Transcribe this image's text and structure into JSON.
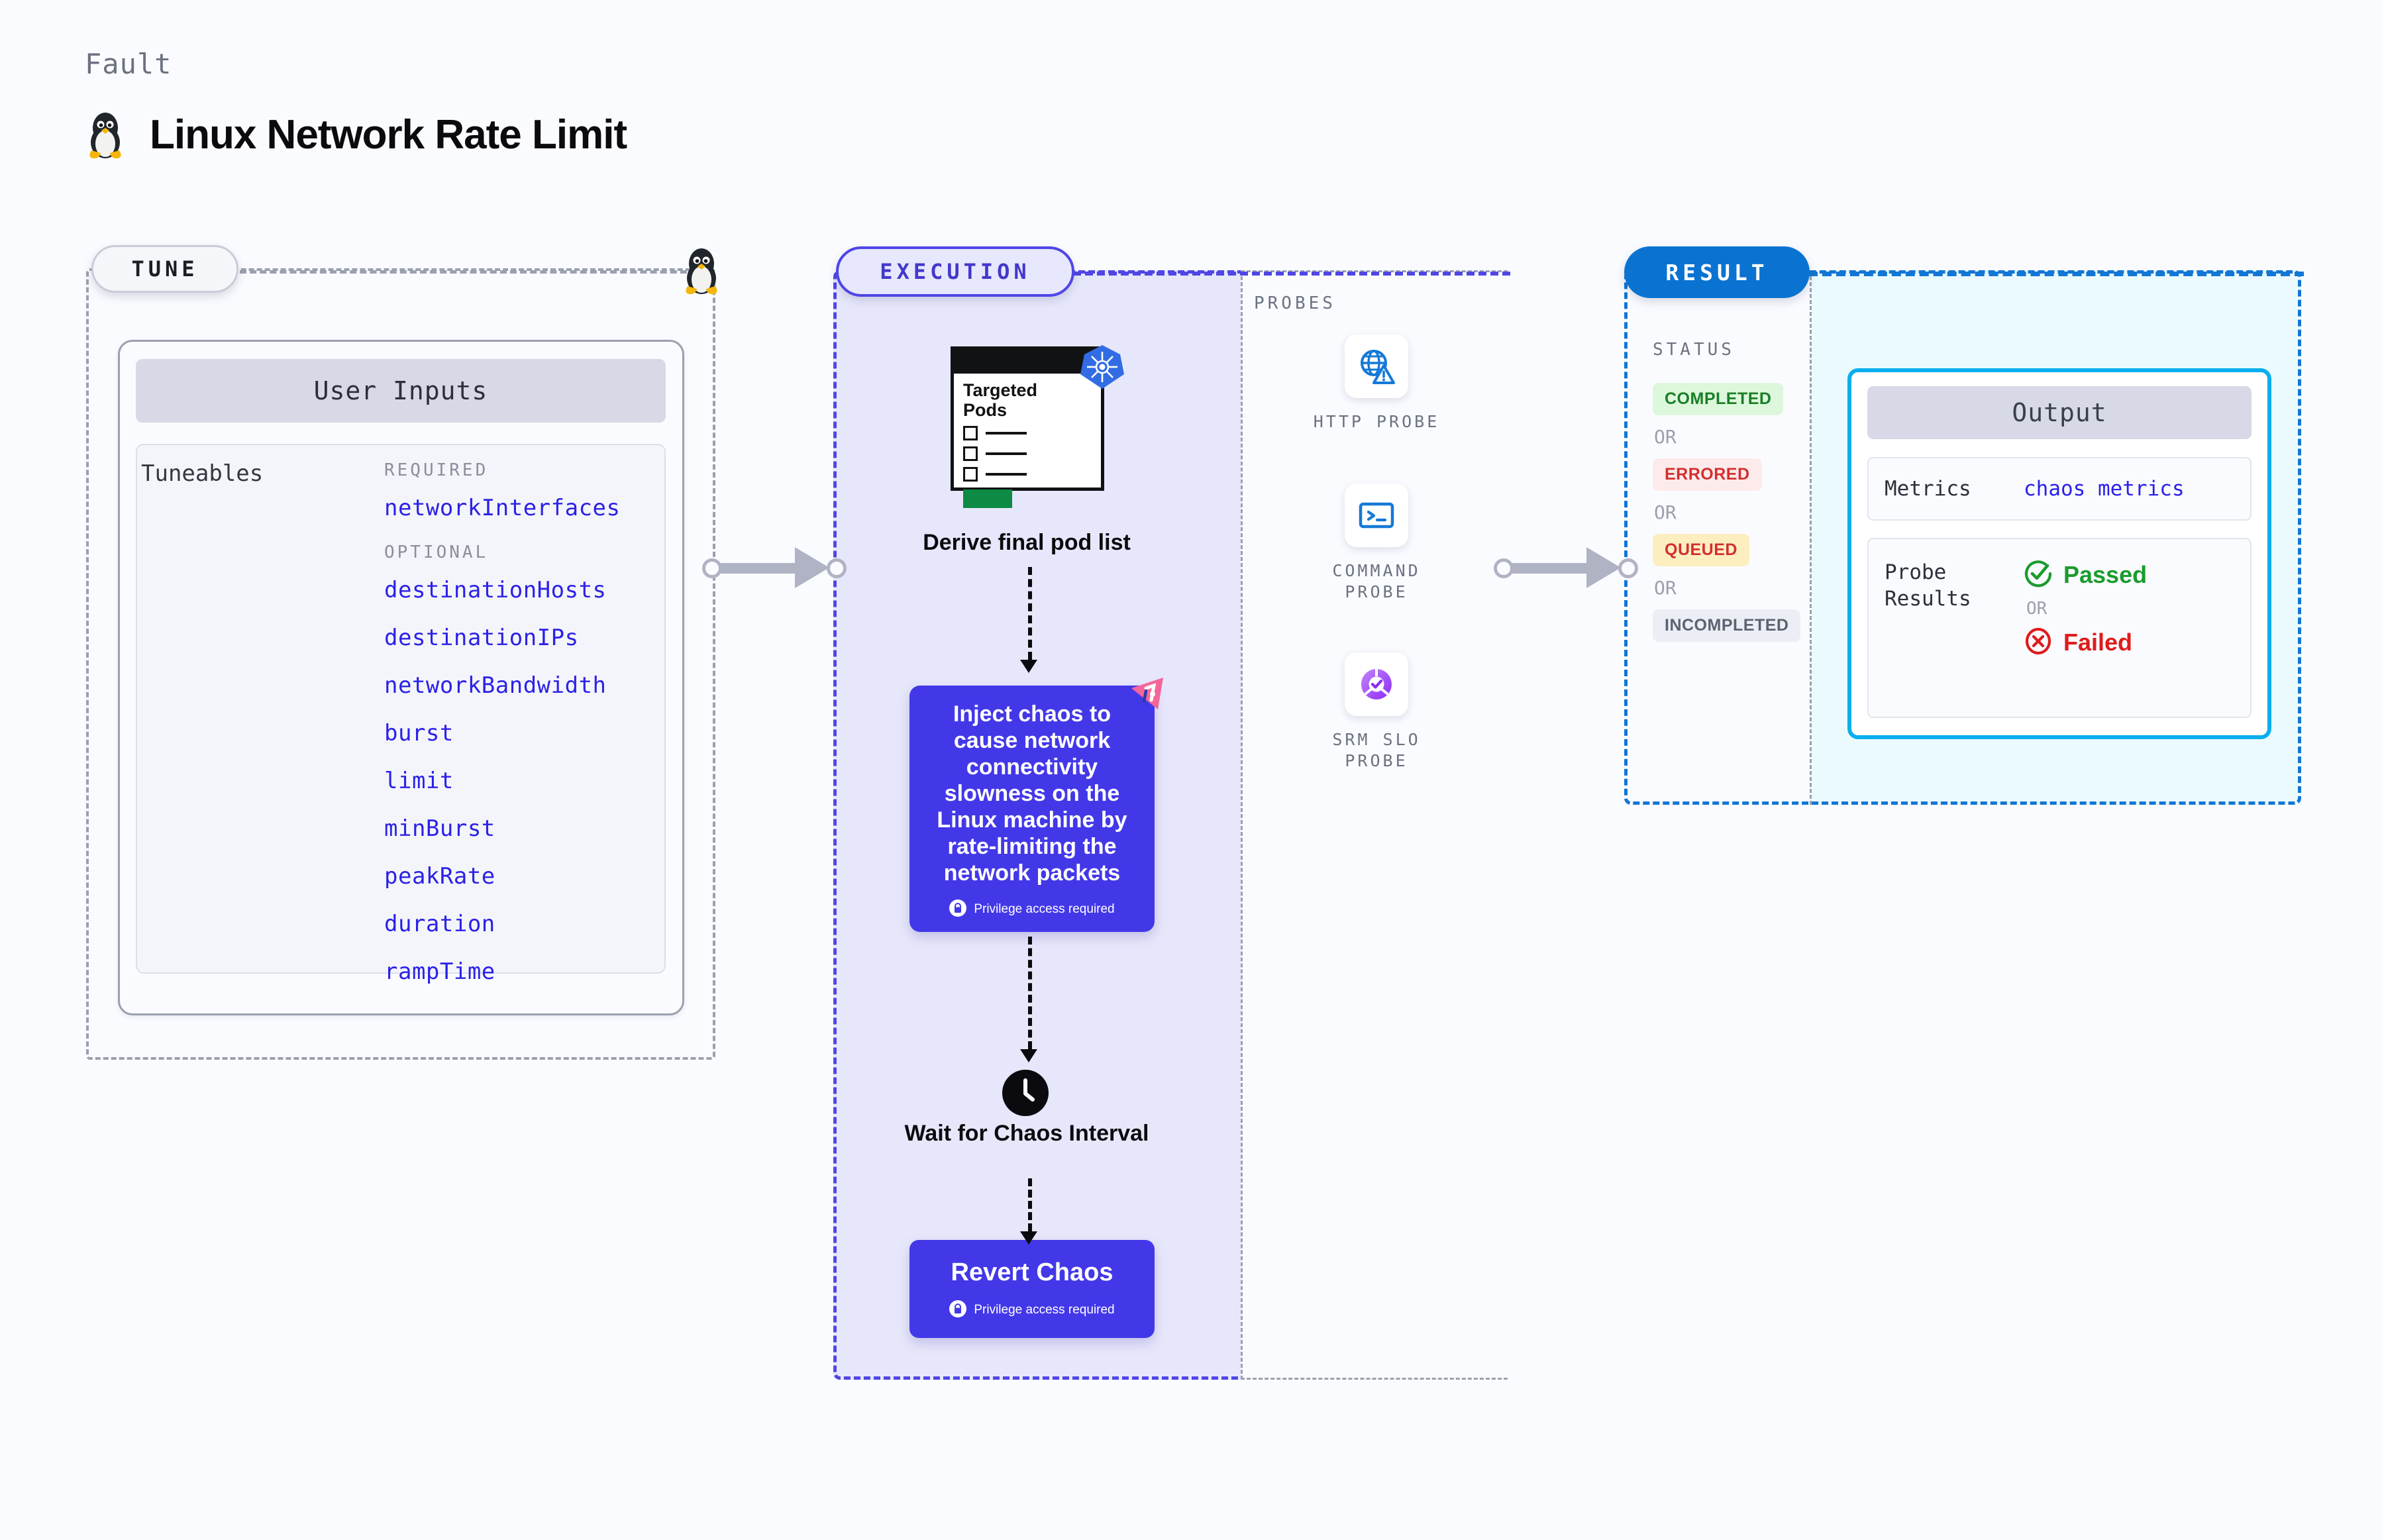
{
  "header": {
    "eyebrow": "Fault",
    "title": "Linux Network Rate Limit",
    "icon": "linux-penguin-icon"
  },
  "tune": {
    "pill_label": "TUNE",
    "card_header": "User Inputs",
    "tuneables_label": "Tuneables",
    "groups": [
      {
        "title": "REQUIRED",
        "items": [
          "networkInterfaces"
        ]
      },
      {
        "title": "OPTIONAL",
        "items": [
          "destinationHosts",
          "destinationIPs",
          "networkBandwidth",
          "burst",
          "limit",
          "minBurst",
          "peakRate",
          "duration",
          "rampTime"
        ]
      }
    ]
  },
  "execution": {
    "pill_label": "EXECUTION",
    "pods_card": {
      "title_line1": "Targeted",
      "title_line2": "Pods",
      "badge_icon": "kubernetes-icon"
    },
    "derive_label": "Derive final pod list",
    "inject": {
      "text": "Inject chaos to cause network connectivity slowness on the Linux machine by rate-limiting the network packets",
      "privilege_note": "Privilege access required",
      "badge_icon": "litmuschaos-icon",
      "lock_icon": "lock-icon"
    },
    "wait": {
      "icon": "clock-icon",
      "label": "Wait for Chaos Interval"
    },
    "revert": {
      "title": "Revert Chaos",
      "privilege_note": "Privilege access required",
      "lock_icon": "lock-icon"
    }
  },
  "probes": {
    "title": "PROBES",
    "items": [
      {
        "name": "HTTP PROBE",
        "icon": "globe-warning-icon"
      },
      {
        "name": "COMMAND PROBE",
        "icon": "terminal-icon"
      },
      {
        "name": "SRM SLO PROBE",
        "icon": "slo-gauge-check-icon"
      }
    ]
  },
  "result": {
    "pill_label": "RESULT",
    "status_title": "STATUS",
    "or_label": "OR",
    "statuses": [
      {
        "label": "COMPLETED",
        "color": "#1a7f26",
        "bg": "#ddf7dc"
      },
      {
        "label": "ERRORED",
        "color": "#d32f2f",
        "bg": "#fdeaea"
      },
      {
        "label": "QUEUED",
        "color": "#d32f2f",
        "bg": "#fdeec0"
      },
      {
        "label": "INCOMPLETED",
        "color": "#5d6270",
        "bg": "#eceef5"
      }
    ],
    "output": {
      "header": "Output",
      "metrics_label": "Metrics",
      "metrics_value": "chaos metrics",
      "probe_results_label": "Probe Results",
      "or_label": "OR",
      "passed_label": "Passed",
      "passed_icon": "check-circle-icon",
      "passed_color": "#1a9c2d",
      "failed_label": "Failed",
      "failed_icon": "x-circle-icon",
      "failed_color": "#e01b1b"
    }
  },
  "colors": {
    "background": "#fafbff",
    "execution_fill": "#e7e7fb",
    "execution_accent": "#4f46e5",
    "result_accent": "#1276d4",
    "output_accent": "#0aaeec",
    "inject_card": "#4338e8",
    "tuneable_text": "#2b21e8"
  }
}
